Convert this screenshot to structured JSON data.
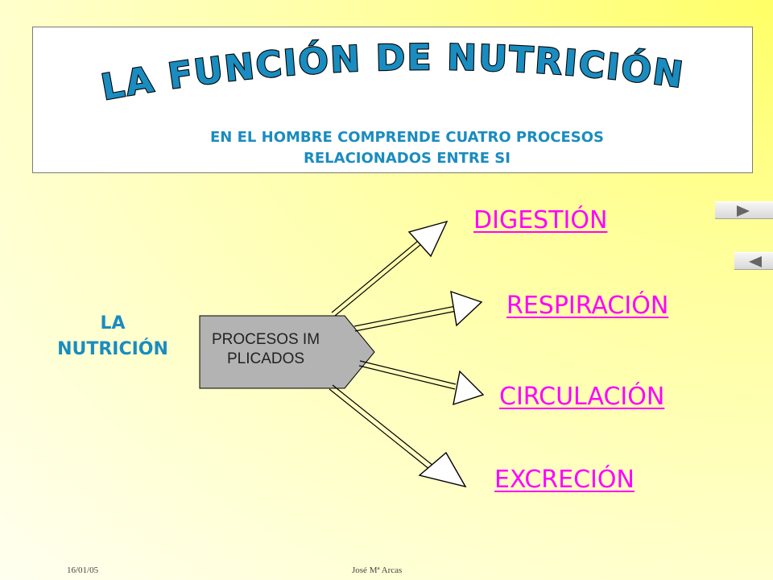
{
  "title": {
    "main": "LA FUNCIÓN DE NUTRICIÓN",
    "subtitle_line1": "EN EL HOMBRE COMPRENDE CUATRO PROCESOS",
    "subtitle_line2": "RELACIONADOS ENTRE SI"
  },
  "diagram": {
    "source_line1": "LA",
    "source_line2": "NUTRICIÓN",
    "process_box": "PROCESOS IMPLICADOS",
    "processes": [
      {
        "label": "DIGESTIÓN"
      },
      {
        "label": "RESPIRACIÓN"
      },
      {
        "label": "CIRCULACIÓN"
      },
      {
        "label": "EXCRECIÓN"
      }
    ]
  },
  "nav": {
    "next_icon": "play-right-icon",
    "prev_icon": "play-left-icon"
  },
  "footer": {
    "date": "16/01/05",
    "author": "José Mª Arcas"
  },
  "colors": {
    "title": "#1a8cbf",
    "link": "#ff00ff",
    "process_box_fill": "#b3b3b3"
  }
}
